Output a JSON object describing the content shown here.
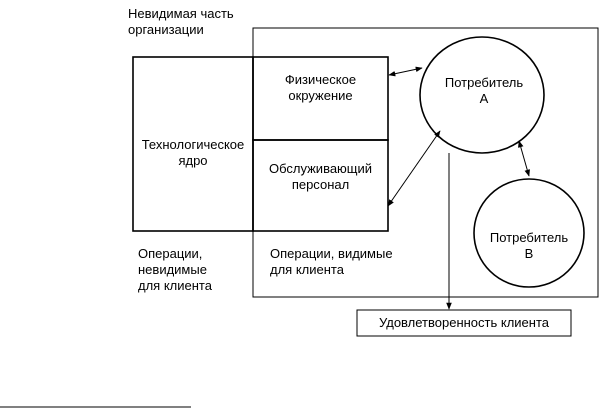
{
  "title": {
    "line1": "Невидимая часть",
    "line2": "организации"
  },
  "core": {
    "line1": "Технологическое",
    "line2": "ядро"
  },
  "physical": {
    "line1": "Физическое",
    "line2": "окружение"
  },
  "staff": {
    "line1": "Обслуживающий",
    "line2": "персонал"
  },
  "consumer_a": {
    "line1": "Потребитель",
    "line2": "А"
  },
  "consumer_b": {
    "line1": "Потребитель",
    "line2": "В"
  },
  "invisible_ops": {
    "line1": "Операции,",
    "line2": "невидимые",
    "line3": "для клиента"
  },
  "visible_ops": {
    "line1": "Операции,  видимые",
    "line2": "для клиента"
  },
  "satisfaction": "Удовлетворенность клиента"
}
